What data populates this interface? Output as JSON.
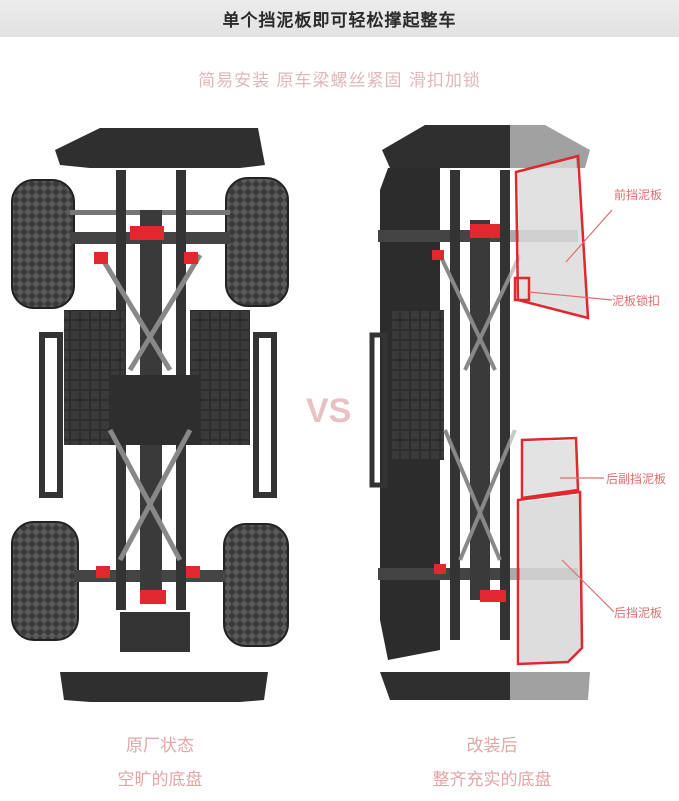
{
  "header": {
    "title": "单个挡泥板即可轻松撑起整车"
  },
  "subtitle": "简易安装 原车梁螺丝紧固 滑扣加锁",
  "vs_label": "VS",
  "left_caption": {
    "line1": "原厂状态",
    "line2": "空旷的底盘"
  },
  "right_caption": {
    "line1": "改装后",
    "line2": "整齐充实的底盘"
  },
  "callouts": {
    "front_fender": "前挡泥板",
    "fender_lock": "泥板锁扣",
    "rear_aux_fender": "后副挡泥板",
    "rear_fender": "后挡泥板"
  },
  "colors": {
    "accent_red": "#e0282e",
    "chassis_dark": "#2a2a2a",
    "caption_pink": "#e3a6a6"
  }
}
